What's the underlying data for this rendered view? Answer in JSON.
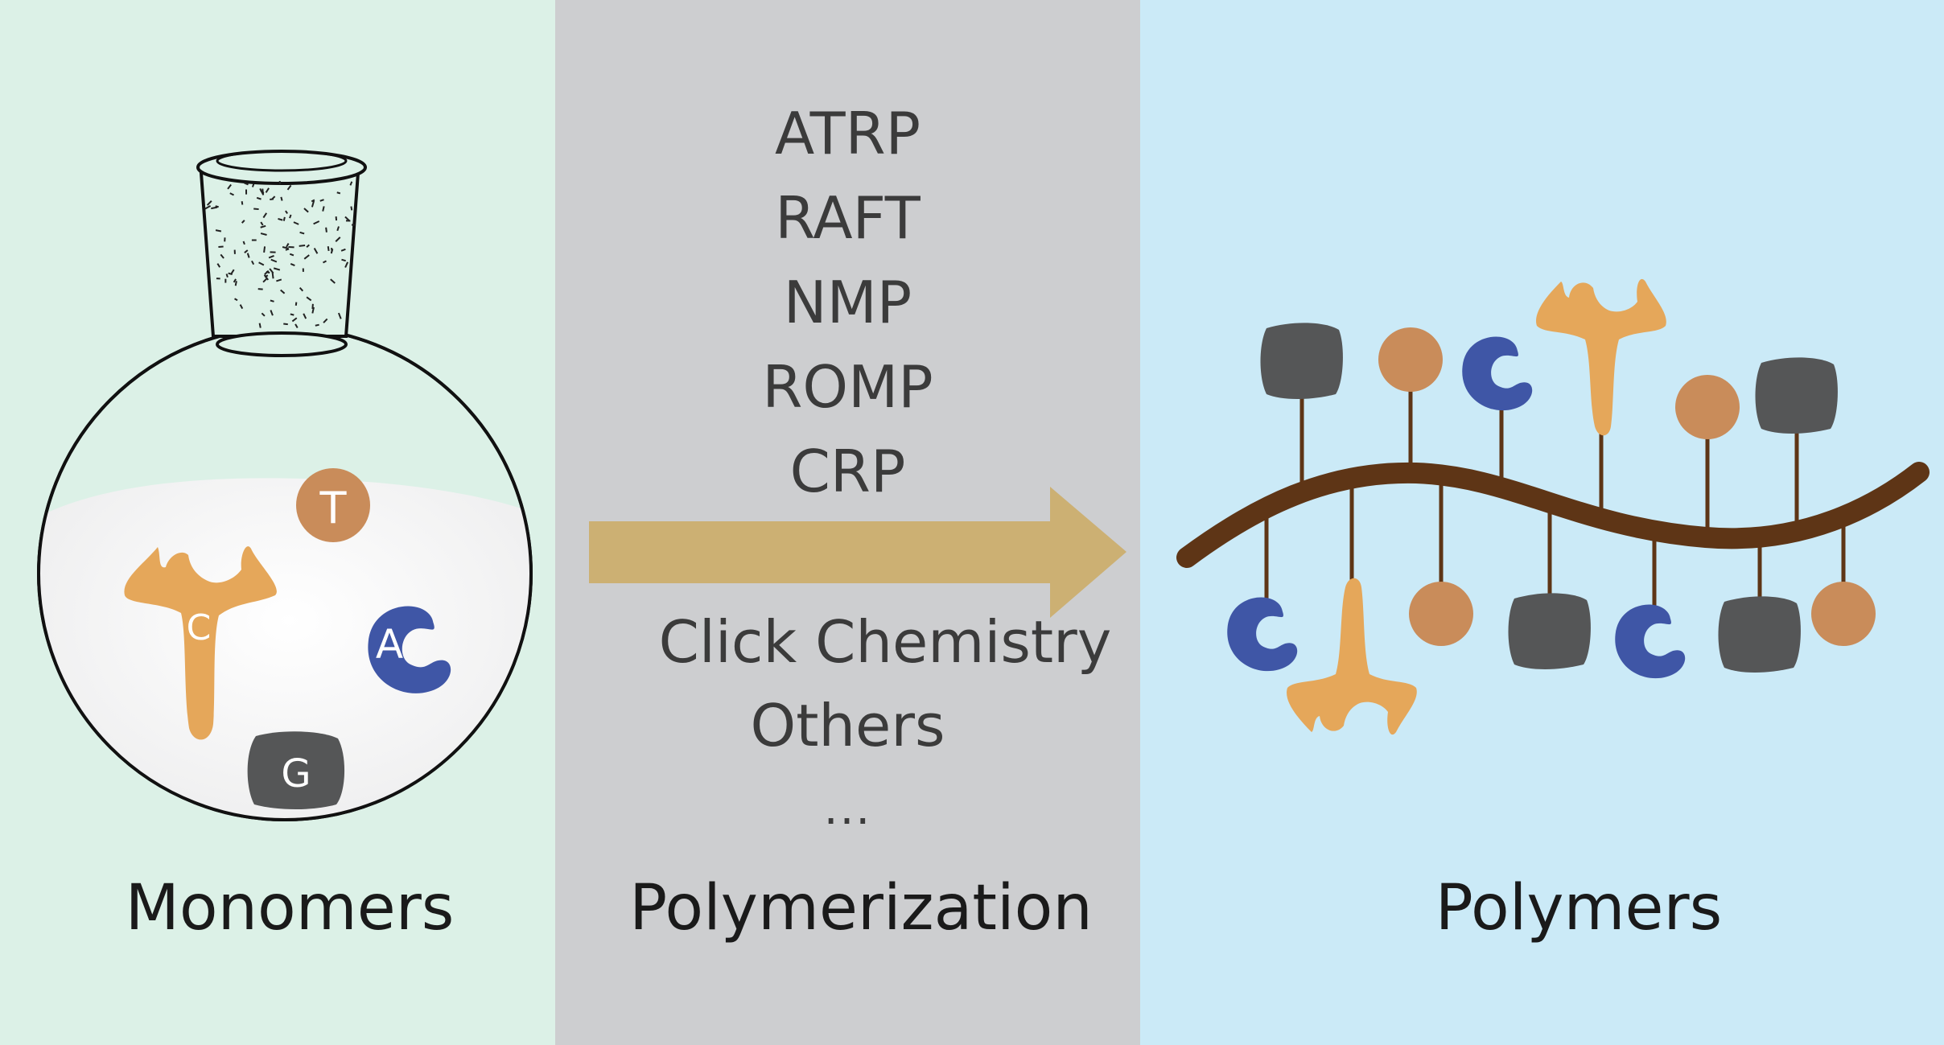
{
  "captions": {
    "monomers": "Monomers",
    "polymerization": "Polymerization",
    "polymers": "Polymers"
  },
  "methods": [
    "ATRP",
    "RAFT",
    "NMP",
    "ROMP",
    "CRP"
  ],
  "methods_after_arrow": [
    "Click Chemistry",
    "Others",
    "..."
  ],
  "monomer_letters": {
    "T": "T",
    "C": "C",
    "A": "A",
    "G": "G"
  },
  "colors": {
    "orange_sphere": "#c98c5a",
    "yellow_y": "#e5a75a",
    "blue_c": "#3f56a6",
    "gray_block": "#555657",
    "backbone": "#5e3516",
    "arrow": "#ccb073"
  }
}
